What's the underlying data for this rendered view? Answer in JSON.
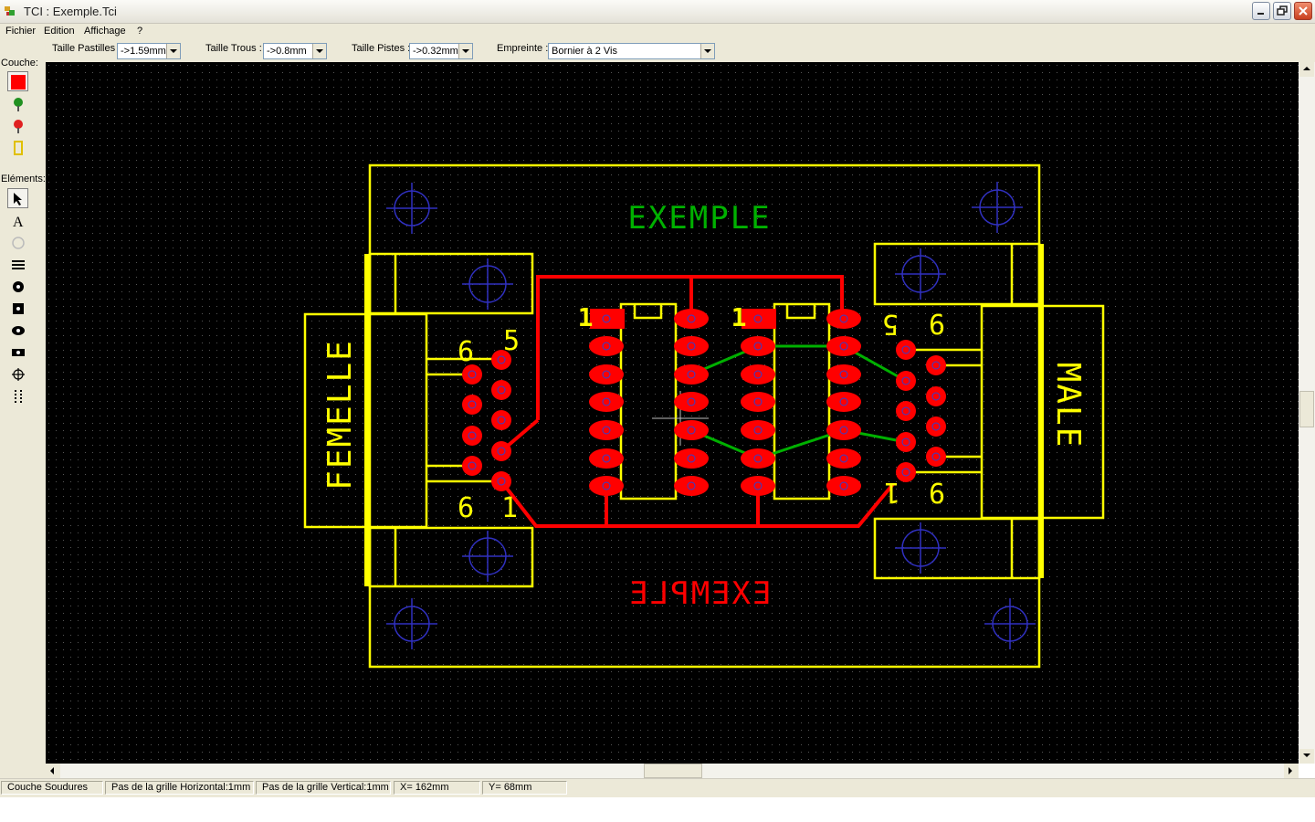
{
  "window": {
    "title": "TCI : Exemple.Tci"
  },
  "menu": [
    {
      "label": "Fichier"
    },
    {
      "label": "Edition"
    },
    {
      "label": "Affichage"
    },
    {
      "label": "?"
    }
  ],
  "toolbar": {
    "pastilles": {
      "label": "Taille Pastilles :",
      "value": "->1.59mm"
    },
    "trous": {
      "label": "Taille Trous :",
      "value": "->0.8mm"
    },
    "pistes": {
      "label": "Taille Pistes :",
      "value": "->0.32mm"
    },
    "empreinte": {
      "label": "Empreinte :",
      "value": "Bornier à 2 Vis"
    }
  },
  "left_panel": {
    "couche_label": "Couche:",
    "elements_label": "Eléments:",
    "layer_icons": [
      "red-layer-swatch-icon",
      "green-pin-icon",
      "red-pin-icon",
      "yellow-component-icon"
    ],
    "tool_icons": [
      "pointer-icon",
      "text-icon",
      "circle-outline-icon",
      "bus-lines-icon",
      "round-pad-icon",
      "square-pad-icon",
      "oval-pad-icon",
      "rect-pad-icon",
      "crosshair-icon",
      "dotted-line-icon"
    ]
  },
  "board": {
    "texts": {
      "top_title": "EXEMPLE",
      "bottom_title_mirrored": "EXEMPLE",
      "femelle": "FEMELLE",
      "male": "MALE",
      "n1a": "1",
      "n1b": "1",
      "f9": "9",
      "f5": "5",
      "f6": "6",
      "f1": "1",
      "m5": "5",
      "m6": "6",
      "m1": "1",
      "m9": "9"
    },
    "colors": {
      "background": "#000000",
      "silkscreen": "#ffff00",
      "copper": "#ff0000",
      "top_copper": "#00b000",
      "mounting_hole": "#3030c0"
    }
  },
  "status": {
    "layer": "Couche Soudures",
    "grid_h": "Pas de la grille Horizontal:1mm",
    "grid_v": "Pas de la grille Vertical:1mm",
    "x": "X= 162mm",
    "y": "Y= 68mm"
  }
}
